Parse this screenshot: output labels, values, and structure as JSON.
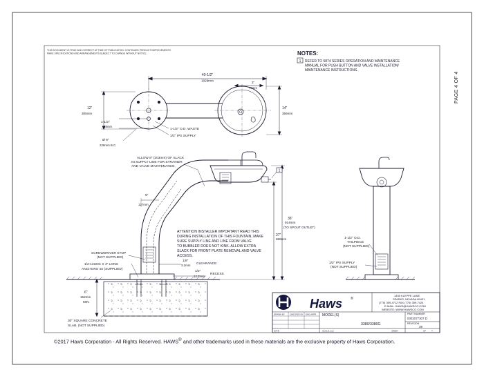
{
  "disclaimer": [
    "THIS DOCUMENT IS TRUE AND CORRECT AT TIME OF PUBLICATION. CONTINUED PRODUCT IMPROVEMENTS",
    "MAKE SPECIFICATIONS AND ARRANGEMENTS SUBJECT TO CHANGE WITHOUT NOTICE."
  ],
  "notes": {
    "title": "NOTES:",
    "item_number": "1",
    "lines": [
      "REFER TO 5874 SERIES OPERATION AND MAINTENANCE",
      "MANUAL FOR PUSH BUTTON AND VALVE INSTALLATION/",
      "MAINTENANCE INSTRUCTIONS."
    ]
  },
  "page_label": "PAGE 4 OF 4",
  "top_view": {
    "overall_width": "40-1/2\"",
    "overall_width_mm": "1029mm",
    "bowl_offset": "3\"",
    "bowl_offset_mm": "76mm",
    "left_height": "12\"",
    "left_height_mm": "305mm",
    "right_height": "14\"",
    "right_height_mm": "356mm",
    "small_dim": "1-1/2\"",
    "small_dim_mm": "38mm",
    "bc_dim": "Ø 9\"",
    "bc_dim_2": "229mm  B.C.",
    "waste_label": "1-1/2\" O.D. WASTE",
    "supply_label": "1/2\" IPS SUPPLY"
  },
  "side_view": {
    "slack_note": [
      "ALLOW 8\" (203mm) OF SLACK",
      "IN SUPPLY LINE FOR STRAINER",
      "AND VALVE MAINTENANCE."
    ],
    "callout_number": "1",
    "offset_dim": "5\"",
    "offset_dim_mm": "127mm",
    "spout_height": "36\"",
    "spout_height_mm": "914mm",
    "spout_height_note": "(TO SPOUT OUTLET)",
    "bowl_height": "27\"",
    "bowl_height_mm": "686mm",
    "attention_note": [
      "ATTENTION INSTALLER IMPORTANT READ THIS",
      "DURING INSTALLATION OF THIS FOUNTAIN, MAKE",
      "SURE SUPPLY LINE AND LINE FROM VALVE",
      "TO BUBBLER DOES NOT KINK. ALLOW EXTRA",
      "SLACK FOR FRONT PLATE REMOVAL AND VALVE",
      "ACCESS."
    ],
    "screwdriver_stop": [
      "SCREWDRIVER STOP",
      "(NOT SUPPLIED)"
    ],
    "anchors": [
      "1/2-13UNC X 4\" LONG",
      "ANCHORS 4X (SUPPLIED)"
    ],
    "clearance_dim": "1/8\"",
    "clearance_dim_mm": "3.2mm",
    "clearance_label": "CLEARANCE",
    "recess_dim": "1/2\"",
    "recess_dim_mm": "12.7mm",
    "recess_label": "RECESS",
    "depth_dim": "6\"",
    "depth_dim_mm": "152mm",
    "depth_min": "MIN.",
    "slab": [
      "30\" SQUARE CONCRETE",
      "SLAB. (NOT SUPPLIED)"
    ]
  },
  "front_view": {
    "tailpiece": [
      "1-1/2\" O.D.",
      "TAILPIECE",
      "(NOT SUPPLIED)"
    ],
    "supply": [
      "1/2\" IPS SUPPLY",
      "(NOT SUPPLIED)"
    ]
  },
  "title_block": {
    "brand": "Haws",
    "registered": "®",
    "address": [
      "1455 KLEPPE LANE",
      "SPARKS, NEVADA 89431",
      "(775) 359-4712 FAX (775) 359-7424",
      "E-MAIL: HAWS@HAWSCO.COM",
      "WEBSITE: WWW.HAWSCO.COM"
    ],
    "models_label": "MODEL(S)",
    "model_numbers": "3380/3380G",
    "part_label": "PART NUMBER",
    "part_number": "0002077307 D",
    "rev_label": "REVISION",
    "rev_value": "39",
    "grid_labels": [
      "DRAWN BY",
      "CHECKED BY",
      "ENG APPR",
      "DATE",
      "SCALE  1:12",
      "SHEET",
      "OF",
      "4"
    ]
  },
  "copyright": {
    "before": "©2017 Haws Corporation - All Rights Reserved.  HAWS",
    "reg": "®",
    "after": " and other trademarks used in these materials are the exclusive property of Haws Corporation."
  }
}
